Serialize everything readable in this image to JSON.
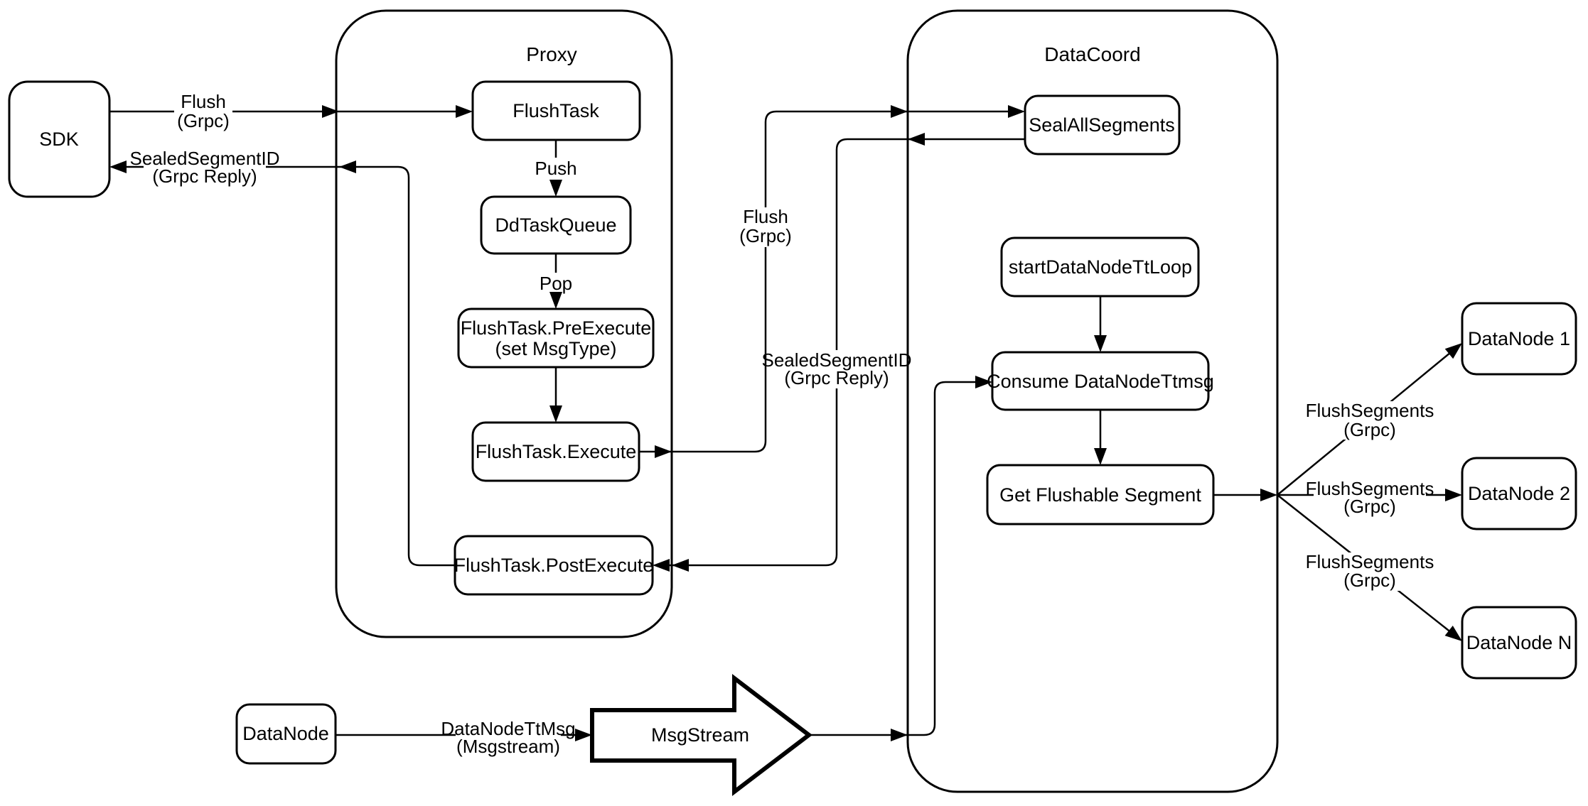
{
  "diagram_type": "flowchart",
  "colors": {
    "background": "#ffffff",
    "stroke": "#000000",
    "node_fill": "#ffffff"
  },
  "containers": {
    "proxy": {
      "label": "Proxy"
    },
    "datacoord": {
      "label": "DataCoord"
    }
  },
  "nodes": {
    "sdk": {
      "label": "SDK"
    },
    "flush_task": {
      "label": "FlushTask"
    },
    "dd_task_queue": {
      "label": "DdTaskQueue"
    },
    "flush_task_pre_execute": {
      "line1": "FlushTask.PreExecute",
      "line2": "(set MsgType)"
    },
    "flush_task_execute": {
      "label": "FlushTask.Execute"
    },
    "flush_task_post_execute": {
      "label": "FlushTask.PostExecute"
    },
    "seal_all_segments": {
      "label": "SealAllSegments"
    },
    "start_data_node_tt_loop": {
      "label": "startDataNodeTtLoop"
    },
    "consume_data_node_ttmsg": {
      "label": "Consume DataNodeTtmsg"
    },
    "get_flushable_segment": {
      "label": "Get Flushable Segment"
    },
    "data_node_1": {
      "label": "DataNode 1"
    },
    "data_node_2": {
      "label": "DataNode 2"
    },
    "data_node_n": {
      "label": "DataNode N"
    },
    "data_node": {
      "label": "DataNode"
    },
    "msg_stream": {
      "label": "MsgStream"
    }
  },
  "edge_labels": {
    "flush_grpc_sdk": {
      "line1": "Flush",
      "line2": "(Grpc)"
    },
    "sealed_segment_id_sdk": {
      "line1": "SealedSegmentID",
      "line2": "(Grpc Reply)"
    },
    "push": {
      "label": "Push"
    },
    "pop": {
      "label": "Pop"
    },
    "flush_grpc_mid": {
      "line1": "Flush",
      "line2": "(Grpc)"
    },
    "sealed_segment_id_mid": {
      "line1": "SealedSegmentID",
      "line2": "(Grpc Reply)"
    },
    "flush_segments_1": {
      "line1": "FlushSegments",
      "line2": "(Grpc)"
    },
    "flush_segments_2": {
      "line1": "FlushSegments",
      "line2": "(Grpc)"
    },
    "flush_segments_3": {
      "line1": "FlushSegments",
      "line2": "(Grpc)"
    },
    "data_node_tt_msg": {
      "line1": "DataNodeTtMsg",
      "line2": "(Msgstream)"
    }
  }
}
